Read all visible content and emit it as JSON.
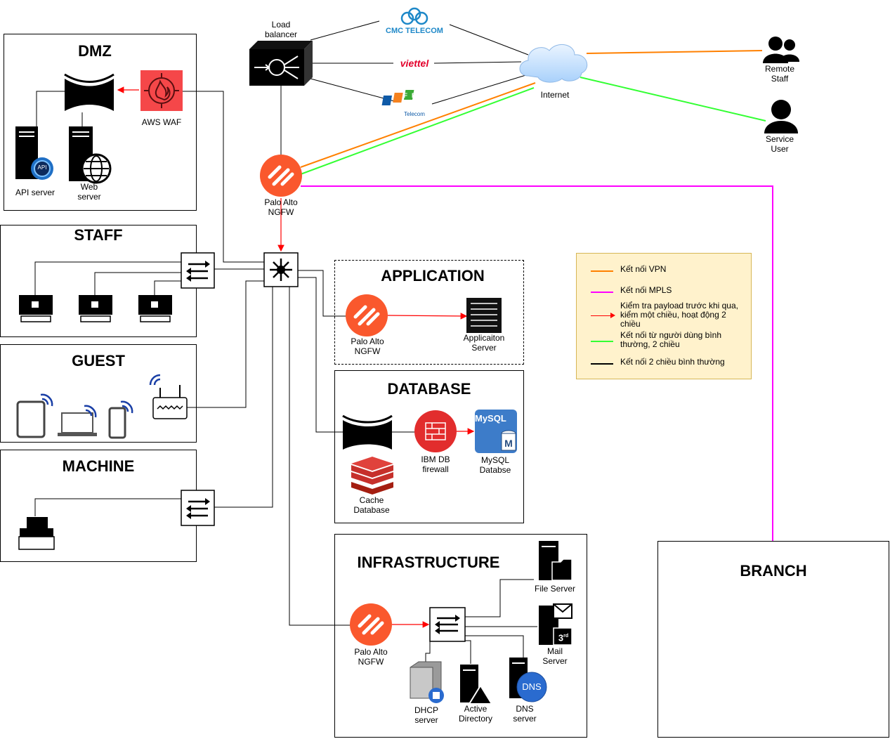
{
  "zones": {
    "dmz": "DMZ",
    "staff": "STAFF",
    "guest": "GUEST",
    "machine": "MACHINE",
    "application": "APPLICATION",
    "database": "DATABASE",
    "infrastructure": "INFRASTRUCTURE",
    "branch": "BRANCH"
  },
  "nodes": {
    "load_balancer": [
      "Load",
      "balancer"
    ],
    "internet": "Internet",
    "remote_staff": [
      "Remote",
      "Staff"
    ],
    "service_user": [
      "Service",
      "User"
    ],
    "palo_alto_main": [
      "Palo Alto",
      "NGFW"
    ],
    "aws_waf": "AWS WAF",
    "api_server": "API server",
    "web_server": [
      "Web",
      "server"
    ],
    "palo_alto_app": [
      "Palo Alto",
      "NGFW"
    ],
    "app_server": [
      "Applicaiton",
      "Server"
    ],
    "ibm_db_firewall": [
      "IBM DB",
      "firewall"
    ],
    "mysql": [
      "MySQL",
      "Databse"
    ],
    "mysql_logo": "MySQL",
    "cache_db": [
      "Cache",
      "Database"
    ],
    "palo_alto_infra": [
      "Palo Alto",
      "NGFW"
    ],
    "file_server": "File Server",
    "mail_server": [
      "Mail",
      "Server"
    ],
    "dhcp_server": [
      "DHCP",
      "server"
    ],
    "active_directory": [
      "Active",
      "Directory"
    ],
    "dns_server": [
      "DNS",
      "server"
    ],
    "dns_badge": "DNS",
    "api_badge": "API"
  },
  "isps": {
    "cmc": "CMC TELECOM",
    "viettel": "viettel",
    "fpt": "FPT",
    "fpt_sub": "Telecom"
  },
  "legend": [
    {
      "text": "Kết nối VPN",
      "color": "#ff8000",
      "arrow": false
    },
    {
      "text": "Kết nối MPLS",
      "color": "#ff00ff",
      "arrow": false
    },
    {
      "text": "Kiểm tra payload trước khi qua, kiểm một chiều, hoạt động 2 chiều",
      "color": "#ff0000",
      "arrow": true
    },
    {
      "text": "Kết nối từ người dùng bình thường, 2 chiều",
      "color": "#33ff33",
      "arrow": false
    },
    {
      "text": "Kết nối 2 chiều bình thường",
      "color": "#000000",
      "arrow": false
    }
  ],
  "colors": {
    "palo_alto": "#fa582d",
    "aws_waf": "#f54749",
    "ibm_fw": "#e22d2d",
    "mysql": "#3d7cc9",
    "redis": "#c6302b",
    "vpn": "#ff8000",
    "mpls": "#ff00ff",
    "inspect": "#ff0000",
    "user": "#33ff33",
    "legend_bg": "#fff2cc",
    "cmc": "#1e88c8",
    "viettel": "#e3002b",
    "fpt_blue": "#0e5aa7",
    "fpt_orange": "#f58220",
    "fpt_green": "#3aaa35",
    "cloud": "#cfe6ff"
  }
}
